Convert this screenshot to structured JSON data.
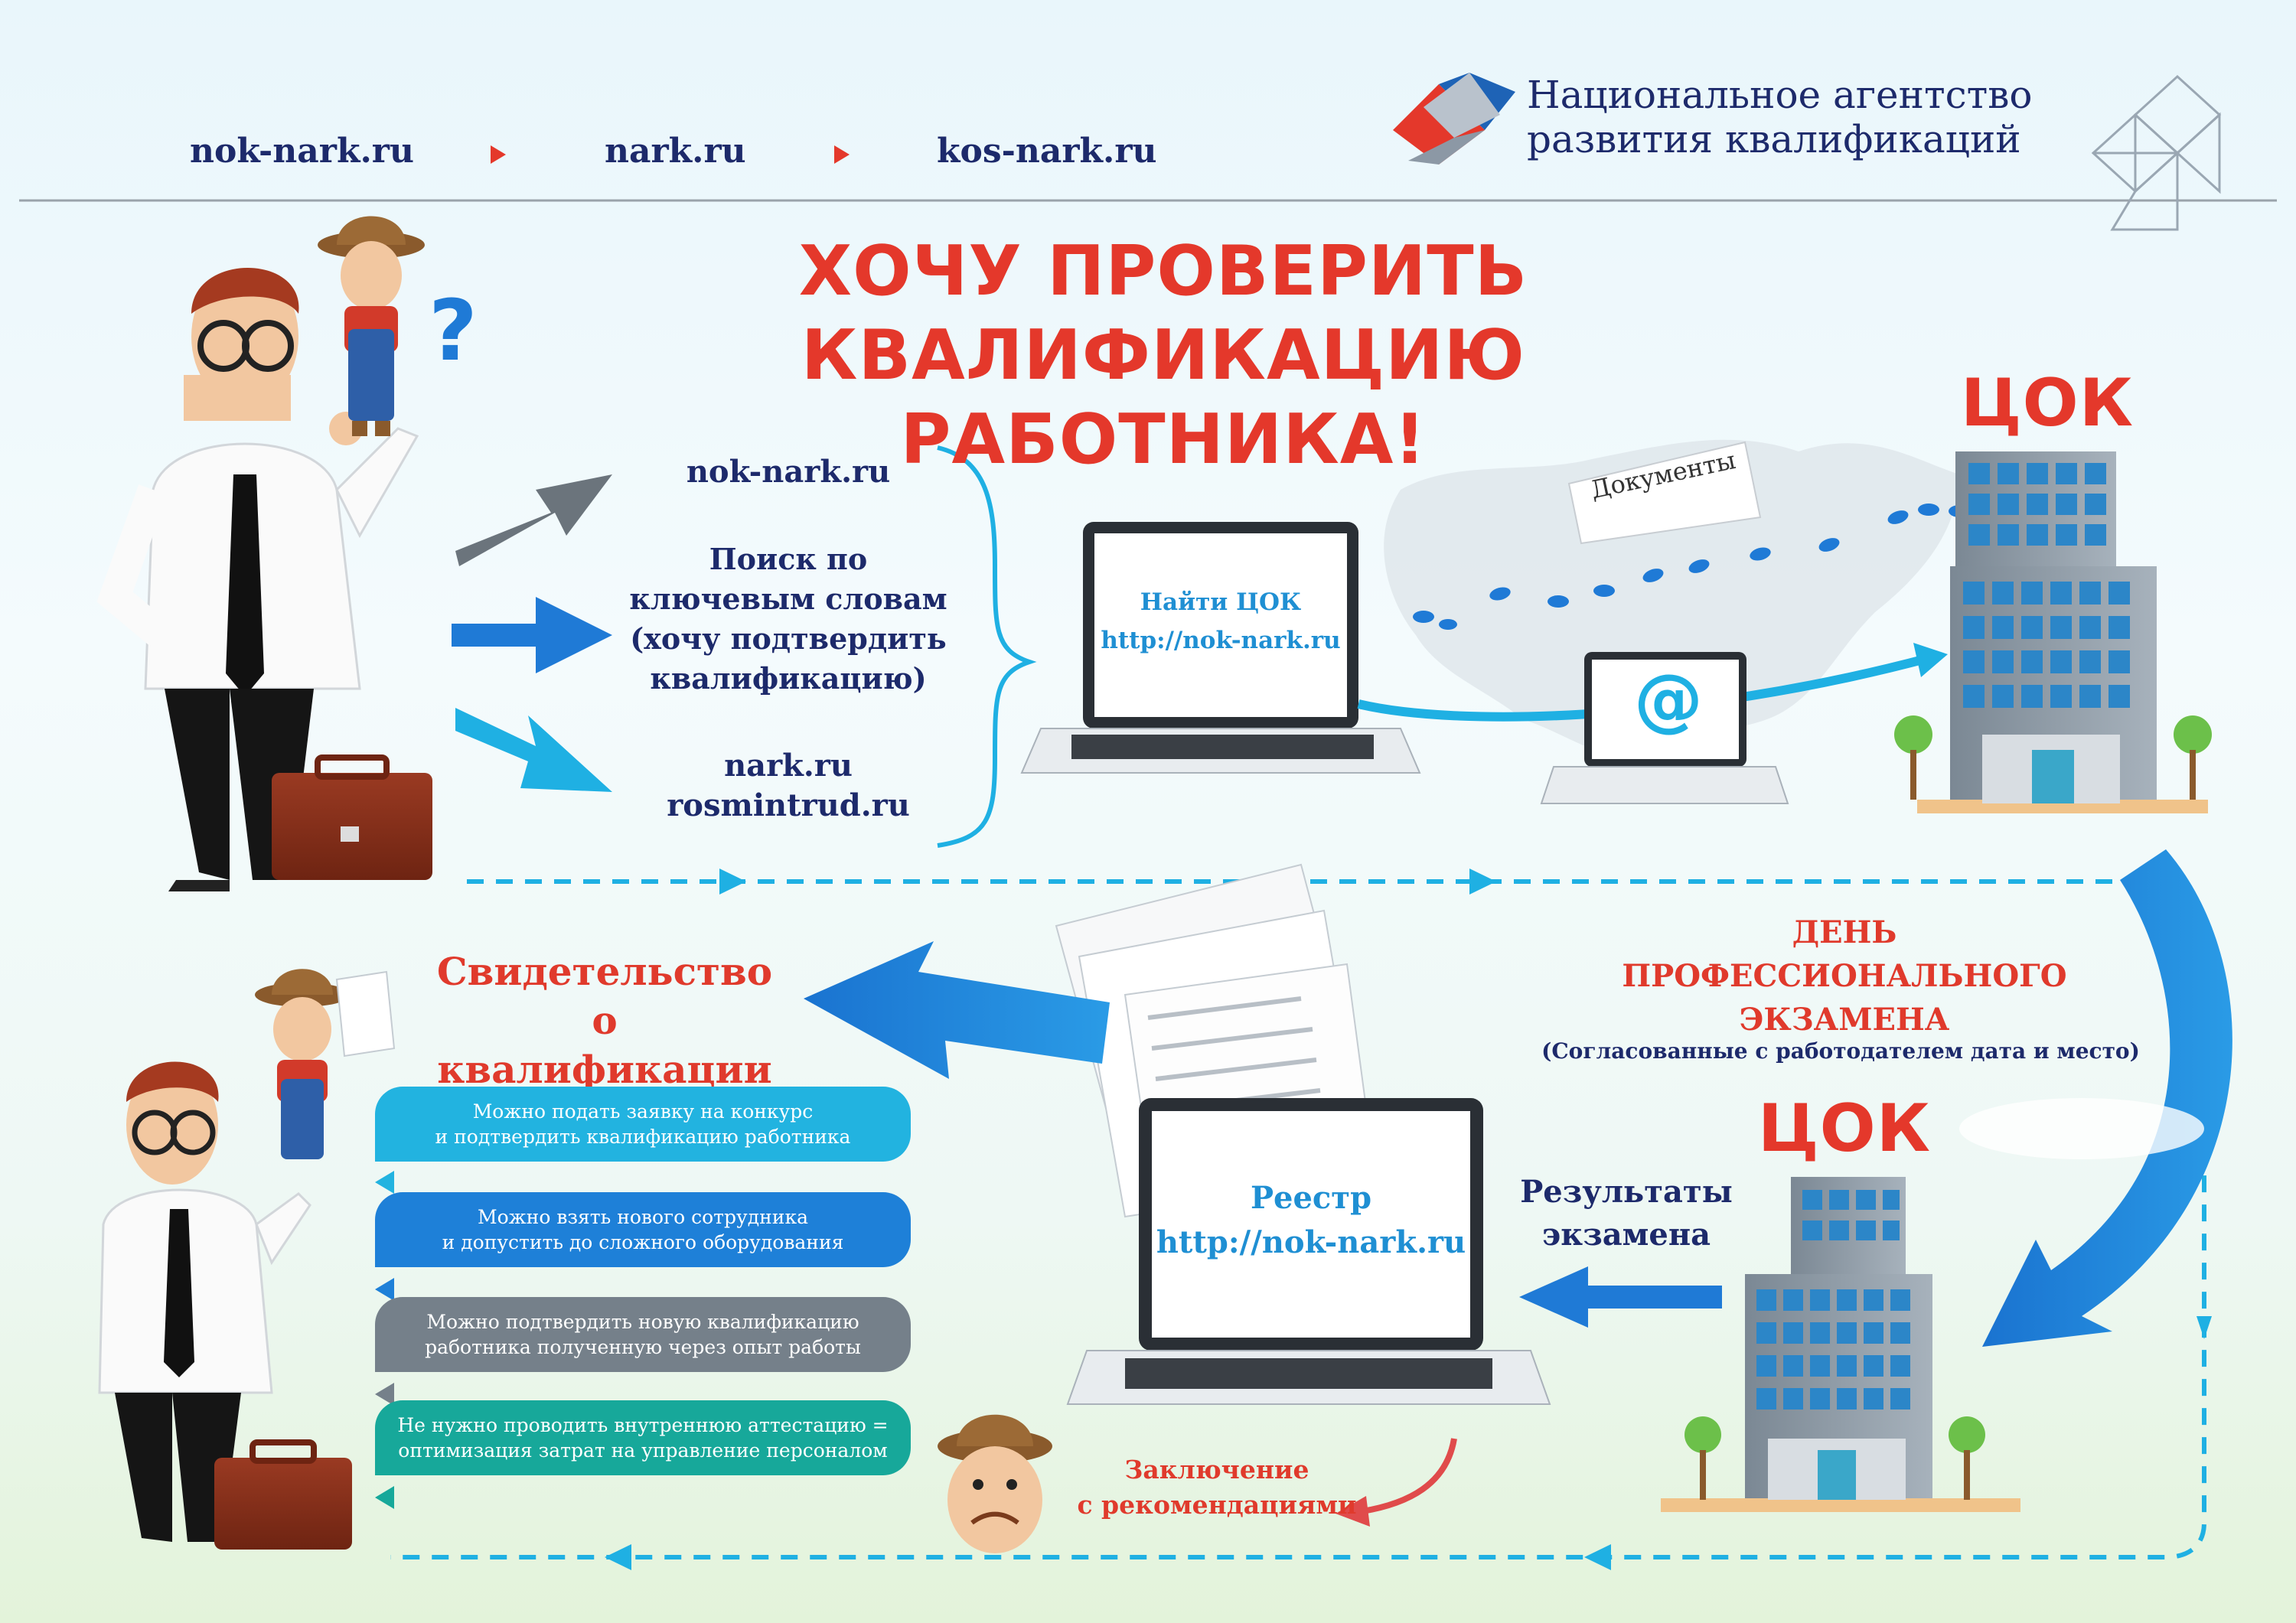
{
  "header": {
    "links": [
      "nok-nark.ru",
      "nark.ru",
      "kos-nark.ru"
    ],
    "org_name_line1": "Национальное агентство",
    "org_name_line2": "развития квалификаций"
  },
  "title": {
    "line1": "ХОЧУ ПРОВЕРИТЬ",
    "line2": "КВАЛИФИКАЦИЮ РАБОТНИКА!"
  },
  "search_options": {
    "option1": "nok-nark.ru",
    "option2": [
      "Поиск по",
      "ключевым словам",
      "(хочу подтвердить",
      "квалификацию)"
    ],
    "option3": [
      "nark.ru",
      "rosmintrud.ru"
    ]
  },
  "laptop_main": {
    "line1": "Найти ЦОК",
    "line2": "http://nok-nark.ru"
  },
  "documents_label": "Документы",
  "email_symbol": "@",
  "center_top_label": "ЦОК",
  "center_bottom_label": "ЦОК",
  "exam_day": {
    "line1": "ДЕНЬ",
    "line2": "ПРОФЕССИОНАЛЬНОГО",
    "line3": "ЭКЗАМЕНА",
    "note": "(Согласованные с работодателем дата и место)"
  },
  "results": {
    "line1": "Результаты",
    "line2": "экзамена"
  },
  "registry": {
    "line1": "Реестр",
    "line2": "http://nok-nark.ru"
  },
  "conclusion": {
    "line1": "Заключение",
    "line2": "с рекомендациями"
  },
  "certificate": {
    "line1": "Свидетельство",
    "line2": "о квалификации"
  },
  "benefits": [
    {
      "line1": "Можно подать заявку на конкурс",
      "line2": "и подтвердить квалификацию работника"
    },
    {
      "line1": "Можно взять нового сотрудника",
      "line2": "и допустить до сложного оборудования"
    },
    {
      "line1": "Можно подтвердить новую квалификацию",
      "line2": "работника полученную через опыт работы"
    },
    {
      "line1": "Не нужно проводить внутреннюю аттестацию =",
      "line2": "оптимизация затрат на управление персоналом"
    }
  ],
  "colors": {
    "title_red": "#e4382b",
    "navy": "#1d2a6b",
    "accent_blue": "#1f7ad6",
    "cyan": "#1fb0e3",
    "bubble_cyan": "#22b3e0",
    "bubble_blue": "#1e80d8",
    "bubble_gray": "#75808a",
    "bubble_teal": "#17a89a"
  }
}
